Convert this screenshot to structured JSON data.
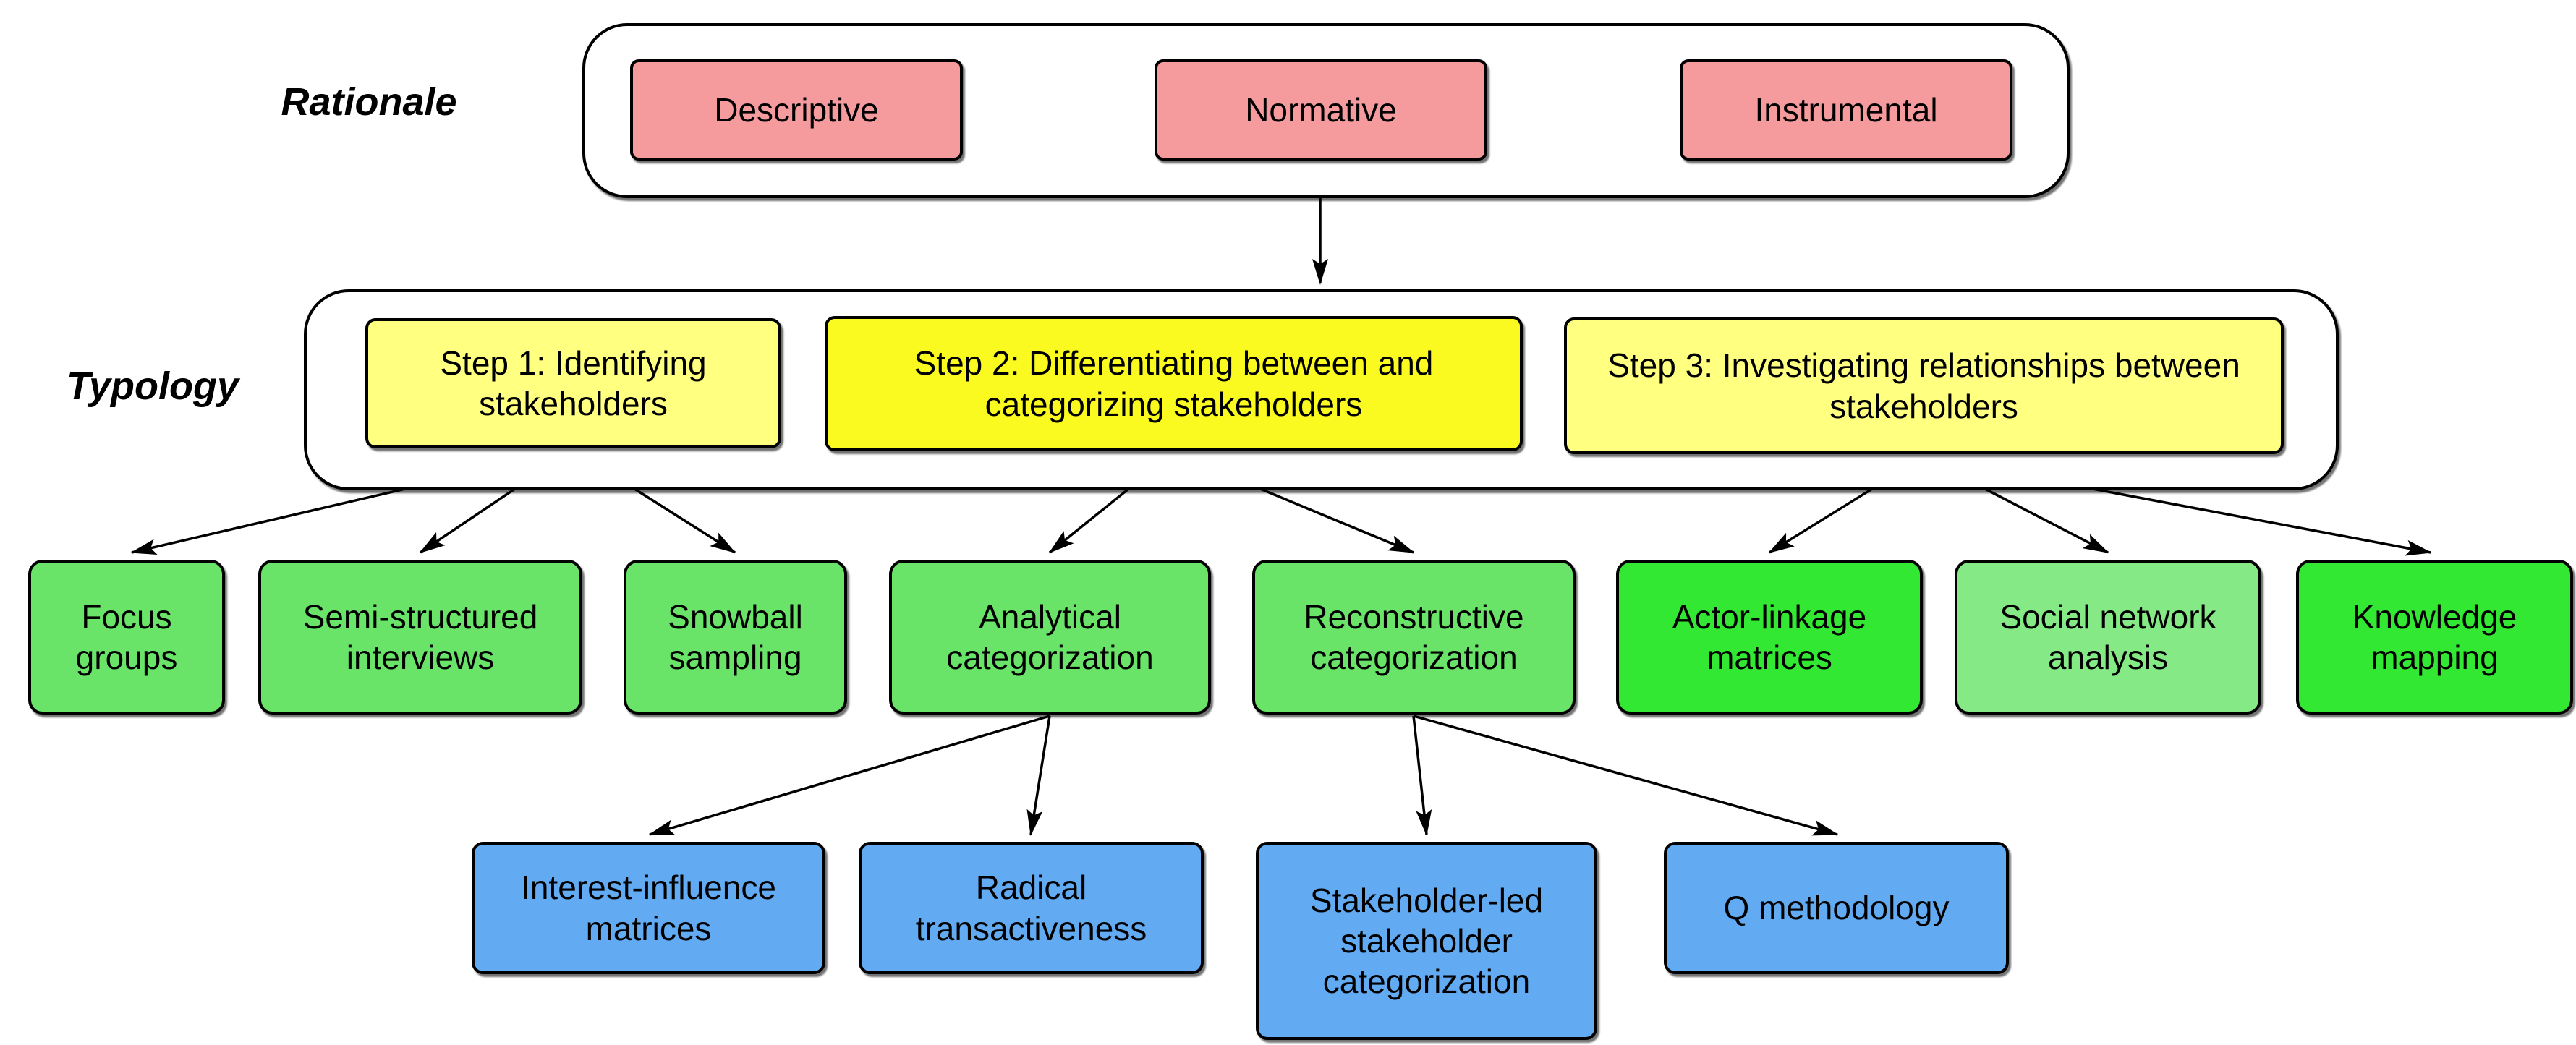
{
  "diagram": {
    "row_labels": {
      "rationale": "Rationale",
      "typology": "Typology"
    },
    "rationale": [
      "Descriptive",
      "Normative",
      "Instrumental"
    ],
    "typology": [
      "Step 1: Identifying stakeholders",
      "Step 2: Differentiating between and categorizing stakeholders",
      "Step 3: Investigating relationships between stakeholders"
    ],
    "methods": [
      "Focus groups",
      "Semi-structured interviews",
      "Snowball sampling",
      "Analytical categorization",
      "Reconstructive categorization",
      "Actor-linkage matrices",
      "Social network analysis",
      "Knowledge mapping"
    ],
    "submethods": [
      "Interest-influence matrices",
      "Radical transactiveness",
      "Stakeholder-led stakeholder categorization",
      "Q methodology"
    ],
    "colors": {
      "rationale_fill": "#f59a9d",
      "step_fill": "#ffff80",
      "step_highlight_fill": "#fafa20",
      "method_fill": "#69e469",
      "method_bright_fill": "#33e833",
      "method_light_fill": "#85ea85",
      "submethod_fill": "#62aaf2",
      "stroke": "#000000"
    }
  }
}
